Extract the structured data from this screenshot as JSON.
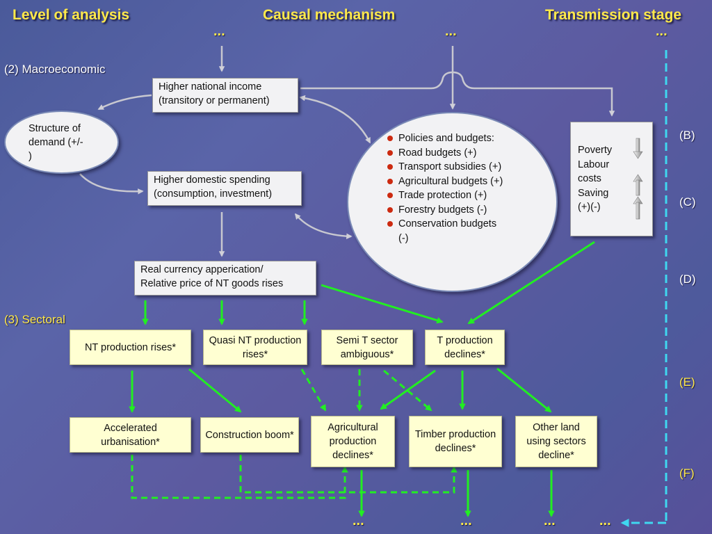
{
  "headers": {
    "level": "Level of analysis",
    "mechanism": "Causal mechanism",
    "transmission": "Transmission stage"
  },
  "ellipsis": "...",
  "levels": {
    "macro": "(2) Macroeconomic",
    "sectoral": "(3) Sectoral"
  },
  "stages": [
    "(B)",
    "(C)",
    "(D)",
    "(E)",
    "(F)"
  ],
  "nodes": {
    "national_income": [
      "Higher national income",
      "(transitory or permanent)"
    ],
    "structure_demand": [
      "Structure of",
      "demand (+/-",
      ")"
    ],
    "domestic_spending": [
      "Higher domestic spending",
      "(consumption, investment)"
    ],
    "currency": [
      "Real currency apperication/",
      "Relative price of NT goods rises"
    ],
    "poverty": {
      "items": [
        "Poverty",
        "Labour",
        "costs",
        "Saving",
        "(+)(-)"
      ]
    },
    "policies": [
      "Policies and budgets:",
      "Road budgets (+)",
      "Transport subsidies (+)",
      "Agricultural budgets (+)",
      "Trade protection (+)",
      "Forestry budgets (-)",
      "Conservation budgets (-)"
    ],
    "nt_production": "NT production rises*",
    "quasi_nt": "Quasi NT production rises*",
    "semi_t": "Semi T sector ambiguous*",
    "t_production": "T production declines*",
    "urbanisation": "Accelerated urbanisation*",
    "construction": "Construction boom*",
    "agricultural": "Agricultural production declines*",
    "timber": "Timber production declines*",
    "other_land": "Other land using sectors decline*"
  },
  "colors": {
    "background": "#5a64a8",
    "header_text": "#ffe94a",
    "green_arrow": "#22ee22",
    "gray_arrow": "#c8c8d0",
    "cyan_dash": "#3fd8f0",
    "bullet": "#cc2a10",
    "yellow_box": "#ffffd2",
    "white_box": "#f2f2f4"
  }
}
